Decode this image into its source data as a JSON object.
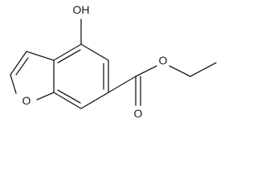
{
  "molecule": {
    "atoms": {
      "hydroxyl": "OH",
      "furan_oxygen": "O",
      "carbonyl_oxygen": "O",
      "ester_oxygen": "O"
    }
  }
}
